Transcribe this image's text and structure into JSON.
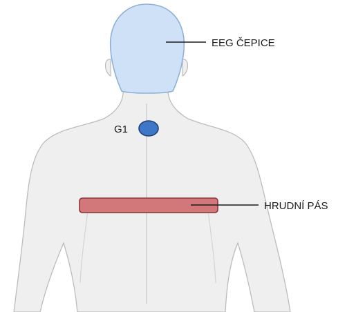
{
  "labels": {
    "cap": "EEG ČEPICE",
    "electrode": "G1",
    "belt": "HRUDNÍ PÁS"
  },
  "colors": {
    "skin": "#efefef",
    "skin_outline": "#bcbcbc",
    "cap_fill": "#cfe1f6",
    "cap_outline": "#8fb0d6",
    "electrode_fill": "#3f77c8",
    "electrode_outline": "#1d3f78",
    "belt_fill": "#d2787b",
    "belt_outline": "#8a3437",
    "leader_line": "#1a1a1a"
  }
}
